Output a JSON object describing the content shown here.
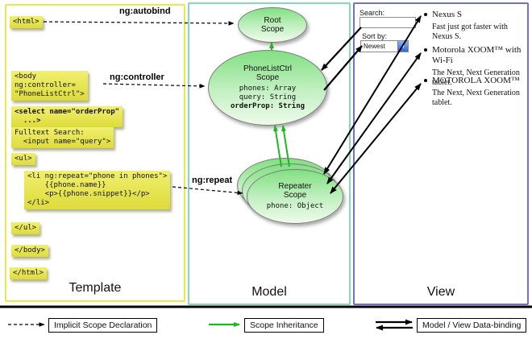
{
  "panels": {
    "template": {
      "title": "Template"
    },
    "model": {
      "title": "Model"
    },
    "view": {
      "title": "View"
    }
  },
  "template_code": {
    "html_open": "<html>",
    "body_open": "<body\nng:controller=\n\"PhoneListCtrl\">",
    "select": "<select name=\"orderProp\"\n  ...>",
    "fulltext": "Fulltext Search:\n  <input name=\"query\">",
    "ul_open": "<ul>",
    "li_repeat": "<li ng:repeat=\"phone in phones\">\n    {{phone.name}}\n    <p>{{phone.snippet}}</p>\n</li>",
    "ul_close": "</ul>",
    "body_close": "</body>",
    "html_close": "</html>"
  },
  "labels": {
    "ng_autobind": "ng:autobind",
    "ng_controller": "ng:controller",
    "ng_repeat": "ng:repeat"
  },
  "model": {
    "root_scope": {
      "name": "Root\nScope"
    },
    "phonelist_scope": {
      "name": "PhoneListCtrl\nScope",
      "props": [
        "phones: Array",
        "query: String",
        "orderProp: String"
      ]
    },
    "repeater_scope": {
      "name": "Repeater\nScope",
      "prop": "phone: Object"
    }
  },
  "view": {
    "search_label": "Search:",
    "search_value": "",
    "sort_label": "Sort by:",
    "sort_value": "Newest",
    "items": [
      {
        "title": "Nexus S",
        "desc": "Fast just got faster with Nexus S."
      },
      {
        "title": "Motorola XOOM™ with Wi-Fi",
        "desc": "The Next, Next Generation tablet."
      },
      {
        "title": "MOTOROLA XOOM™",
        "desc": "The Next, Next Generation tablet."
      }
    ]
  },
  "legend": {
    "implicit": "Implicit Scope Declaration",
    "inheritance": "Scope Inheritance",
    "databinding": "Model / View Data-binding"
  },
  "icons": {
    "dropdown_arrow": "▾"
  },
  "colors": {
    "template_border": "#e9e94b",
    "model_border": "#85dab6",
    "view_border": "#7070cd",
    "code_highlight": "#e5e350",
    "scope_green": "#82e082",
    "inheritance_green": "#1cb81c",
    "arrow_black": "#000000"
  }
}
